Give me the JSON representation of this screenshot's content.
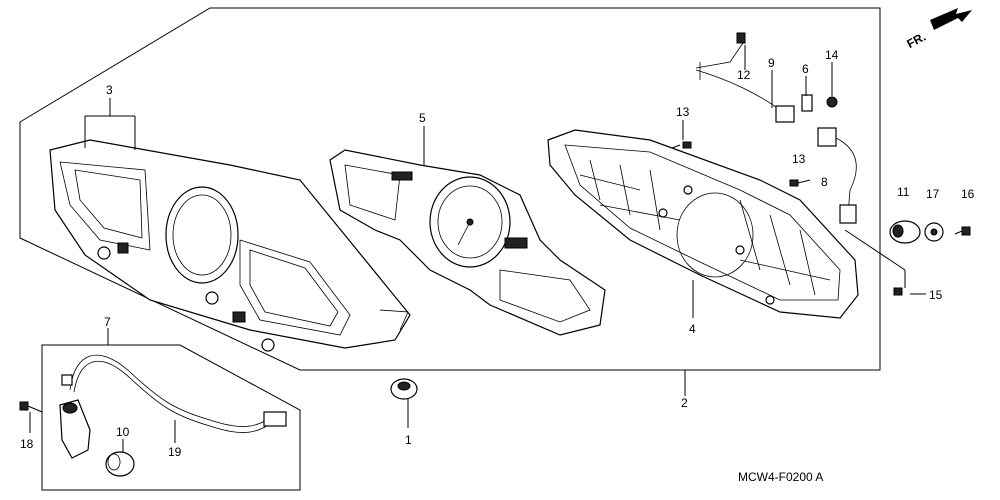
{
  "diagram": {
    "code": "MCW4-F0200 A",
    "direction": "FR.",
    "callouts": [
      {
        "id": "c1",
        "label": "1"
      },
      {
        "id": "c2",
        "label": "2"
      },
      {
        "id": "c3",
        "label": "3"
      },
      {
        "id": "c4",
        "label": "4"
      },
      {
        "id": "c5",
        "label": "5"
      },
      {
        "id": "c6",
        "label": "6"
      },
      {
        "id": "c7",
        "label": "7"
      },
      {
        "id": "c8",
        "label": "8"
      },
      {
        "id": "c9",
        "label": "9"
      },
      {
        "id": "c10",
        "label": "10"
      },
      {
        "id": "c11",
        "label": "11"
      },
      {
        "id": "c12",
        "label": "12"
      },
      {
        "id": "c13a",
        "label": "13"
      },
      {
        "id": "c13b",
        "label": "13"
      },
      {
        "id": "c14",
        "label": "14"
      },
      {
        "id": "c15",
        "label": "15"
      },
      {
        "id": "c16",
        "label": "16"
      },
      {
        "id": "c17",
        "label": "17"
      },
      {
        "id": "c18",
        "label": "18"
      },
      {
        "id": "c19",
        "label": "19"
      }
    ]
  }
}
